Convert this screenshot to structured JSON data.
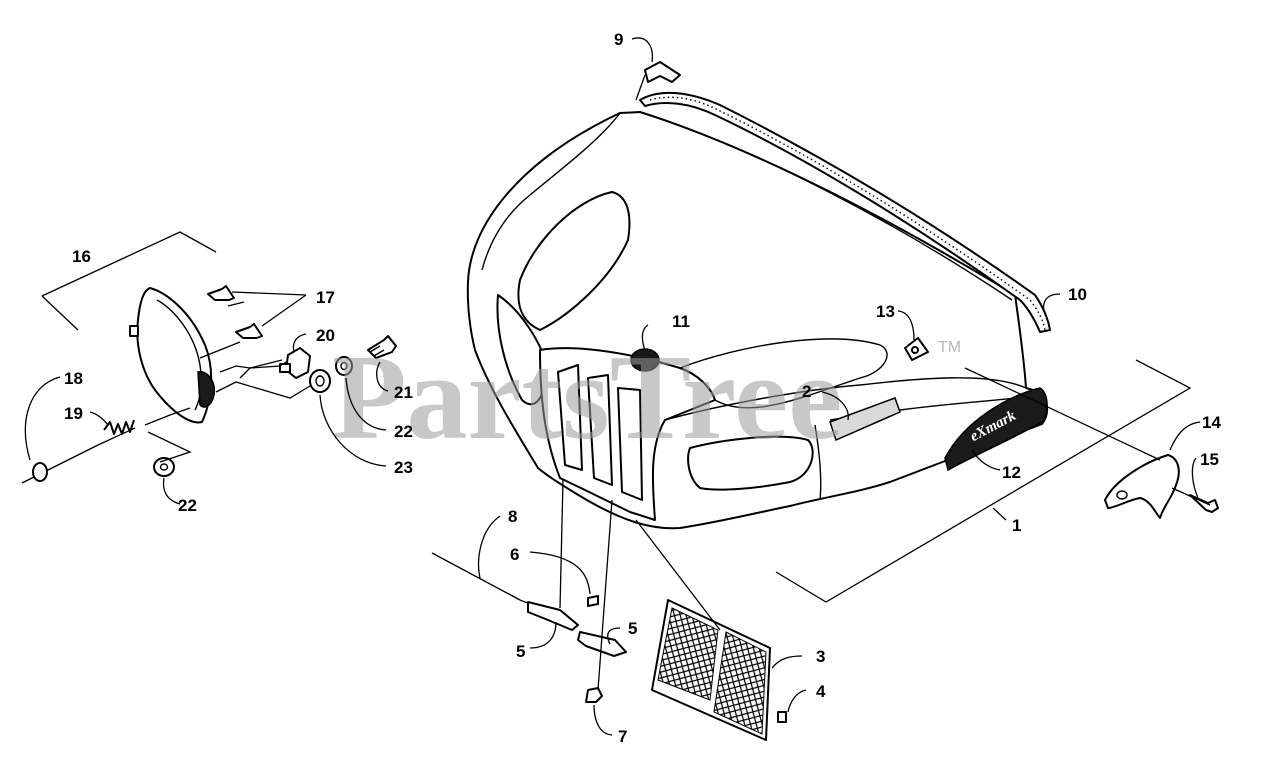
{
  "watermark": {
    "text": "PartsTree",
    "trademark": "TM"
  },
  "brand_logo": {
    "text": "eXmark"
  },
  "callouts": [
    "1",
    "2",
    "3",
    "4",
    "5",
    "5",
    "6",
    "7",
    "8",
    "9",
    "10",
    "11",
    "12",
    "13",
    "14",
    "15",
    "16",
    "17",
    "18",
    "19",
    "20",
    "21",
    "22",
    "22",
    "23"
  ]
}
